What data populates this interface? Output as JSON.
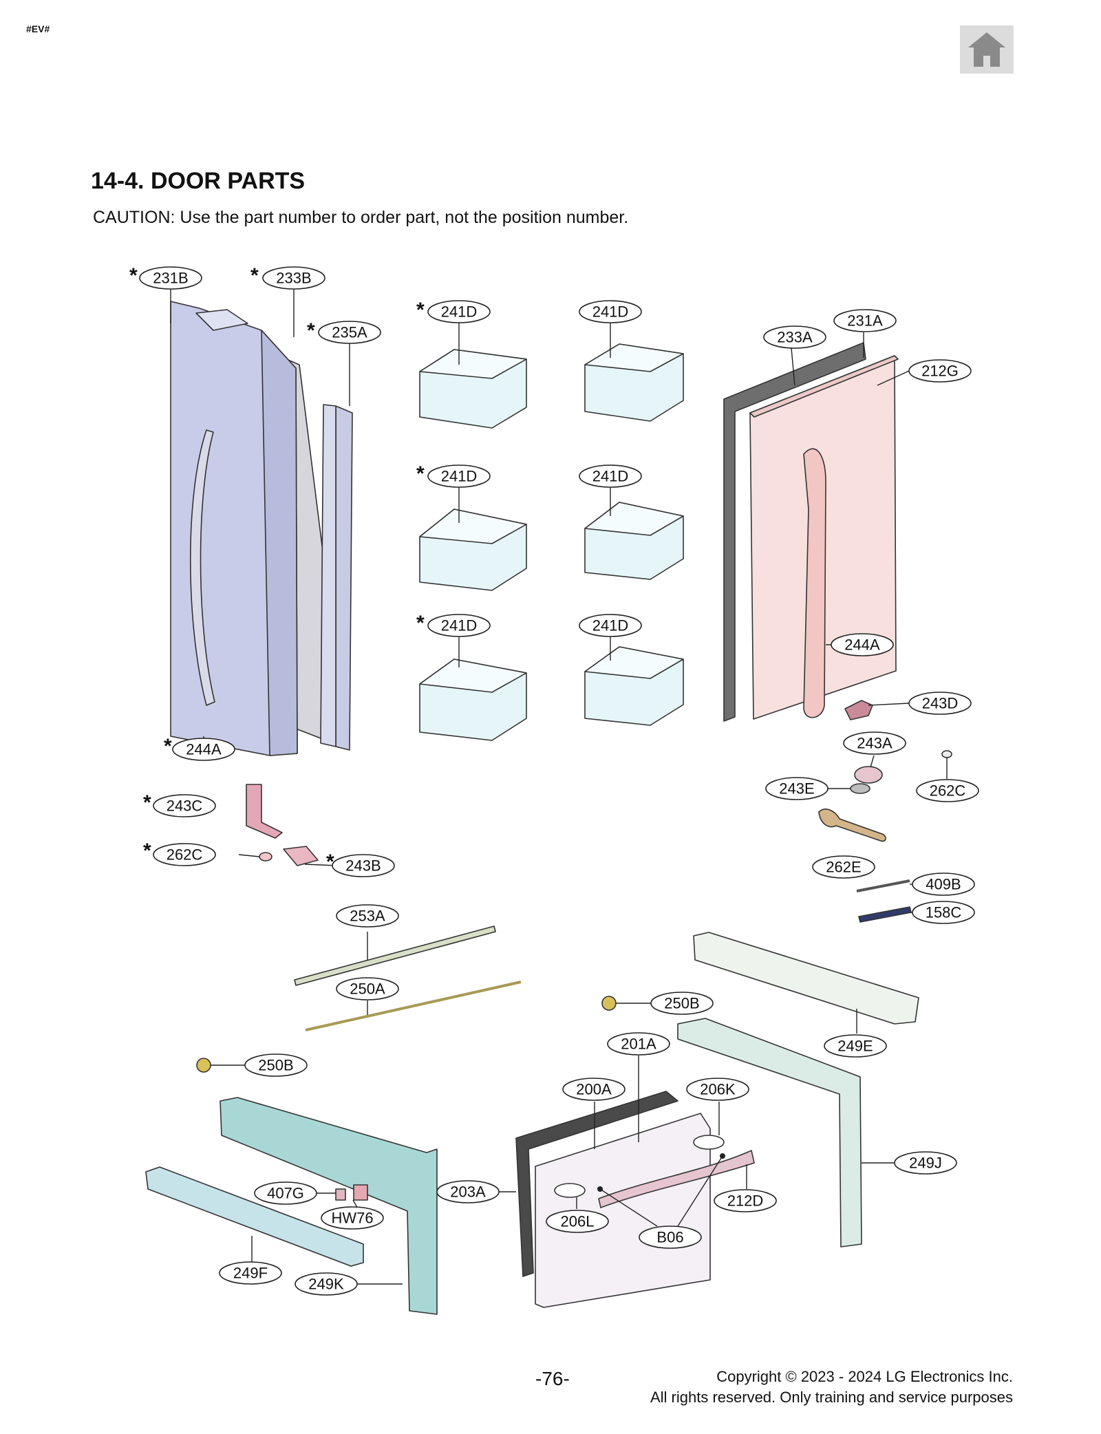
{
  "header": {
    "tag": "#EV#",
    "home_icon": "home-icon"
  },
  "page": {
    "title": "14-4. DOOR PARTS",
    "caution": "CAUTION: Use the part number to order part, not the position number.",
    "page_number": "-76-",
    "copyright_line1": "Copyright © 2023 - 2024 LG Electronics Inc.",
    "copyright_line2": "All rights reserved. Only training and service purposes"
  },
  "labels": {
    "l231B": "231B",
    "l233B": "233B",
    "l235A": "235A",
    "l241D_1": "241D",
    "l241D_2": "241D",
    "l241D_3": "241D",
    "l241D_4": "241D",
    "l241D_5": "241D",
    "l241D_6": "241D",
    "l233A": "233A",
    "l231A": "231A",
    "l212G": "212G",
    "l244A_r": "244A",
    "l243D": "243D",
    "l243A": "243A",
    "l243E": "243E",
    "l262C_r": "262C",
    "l262E": "262E",
    "l409B": "409B",
    "l158C": "158C",
    "l244A_l": "244A",
    "l243C": "243C",
    "l262C_l": "262C",
    "l243B": "243B",
    "l253A": "253A",
    "l250A": "250A",
    "l250B_l": "250B",
    "l250B_r": "250B",
    "l249E": "249E",
    "l201A": "201A",
    "l200A": "200A",
    "l206K": "206K",
    "l249J": "249J",
    "l203A": "203A",
    "l212D": "212D",
    "l206L": "206L",
    "l B06": "B06",
    "l407G": "407G",
    "lHW76": "HW76",
    "l249F": "249F",
    "l249K": "249K",
    "asterisk": "*"
  }
}
